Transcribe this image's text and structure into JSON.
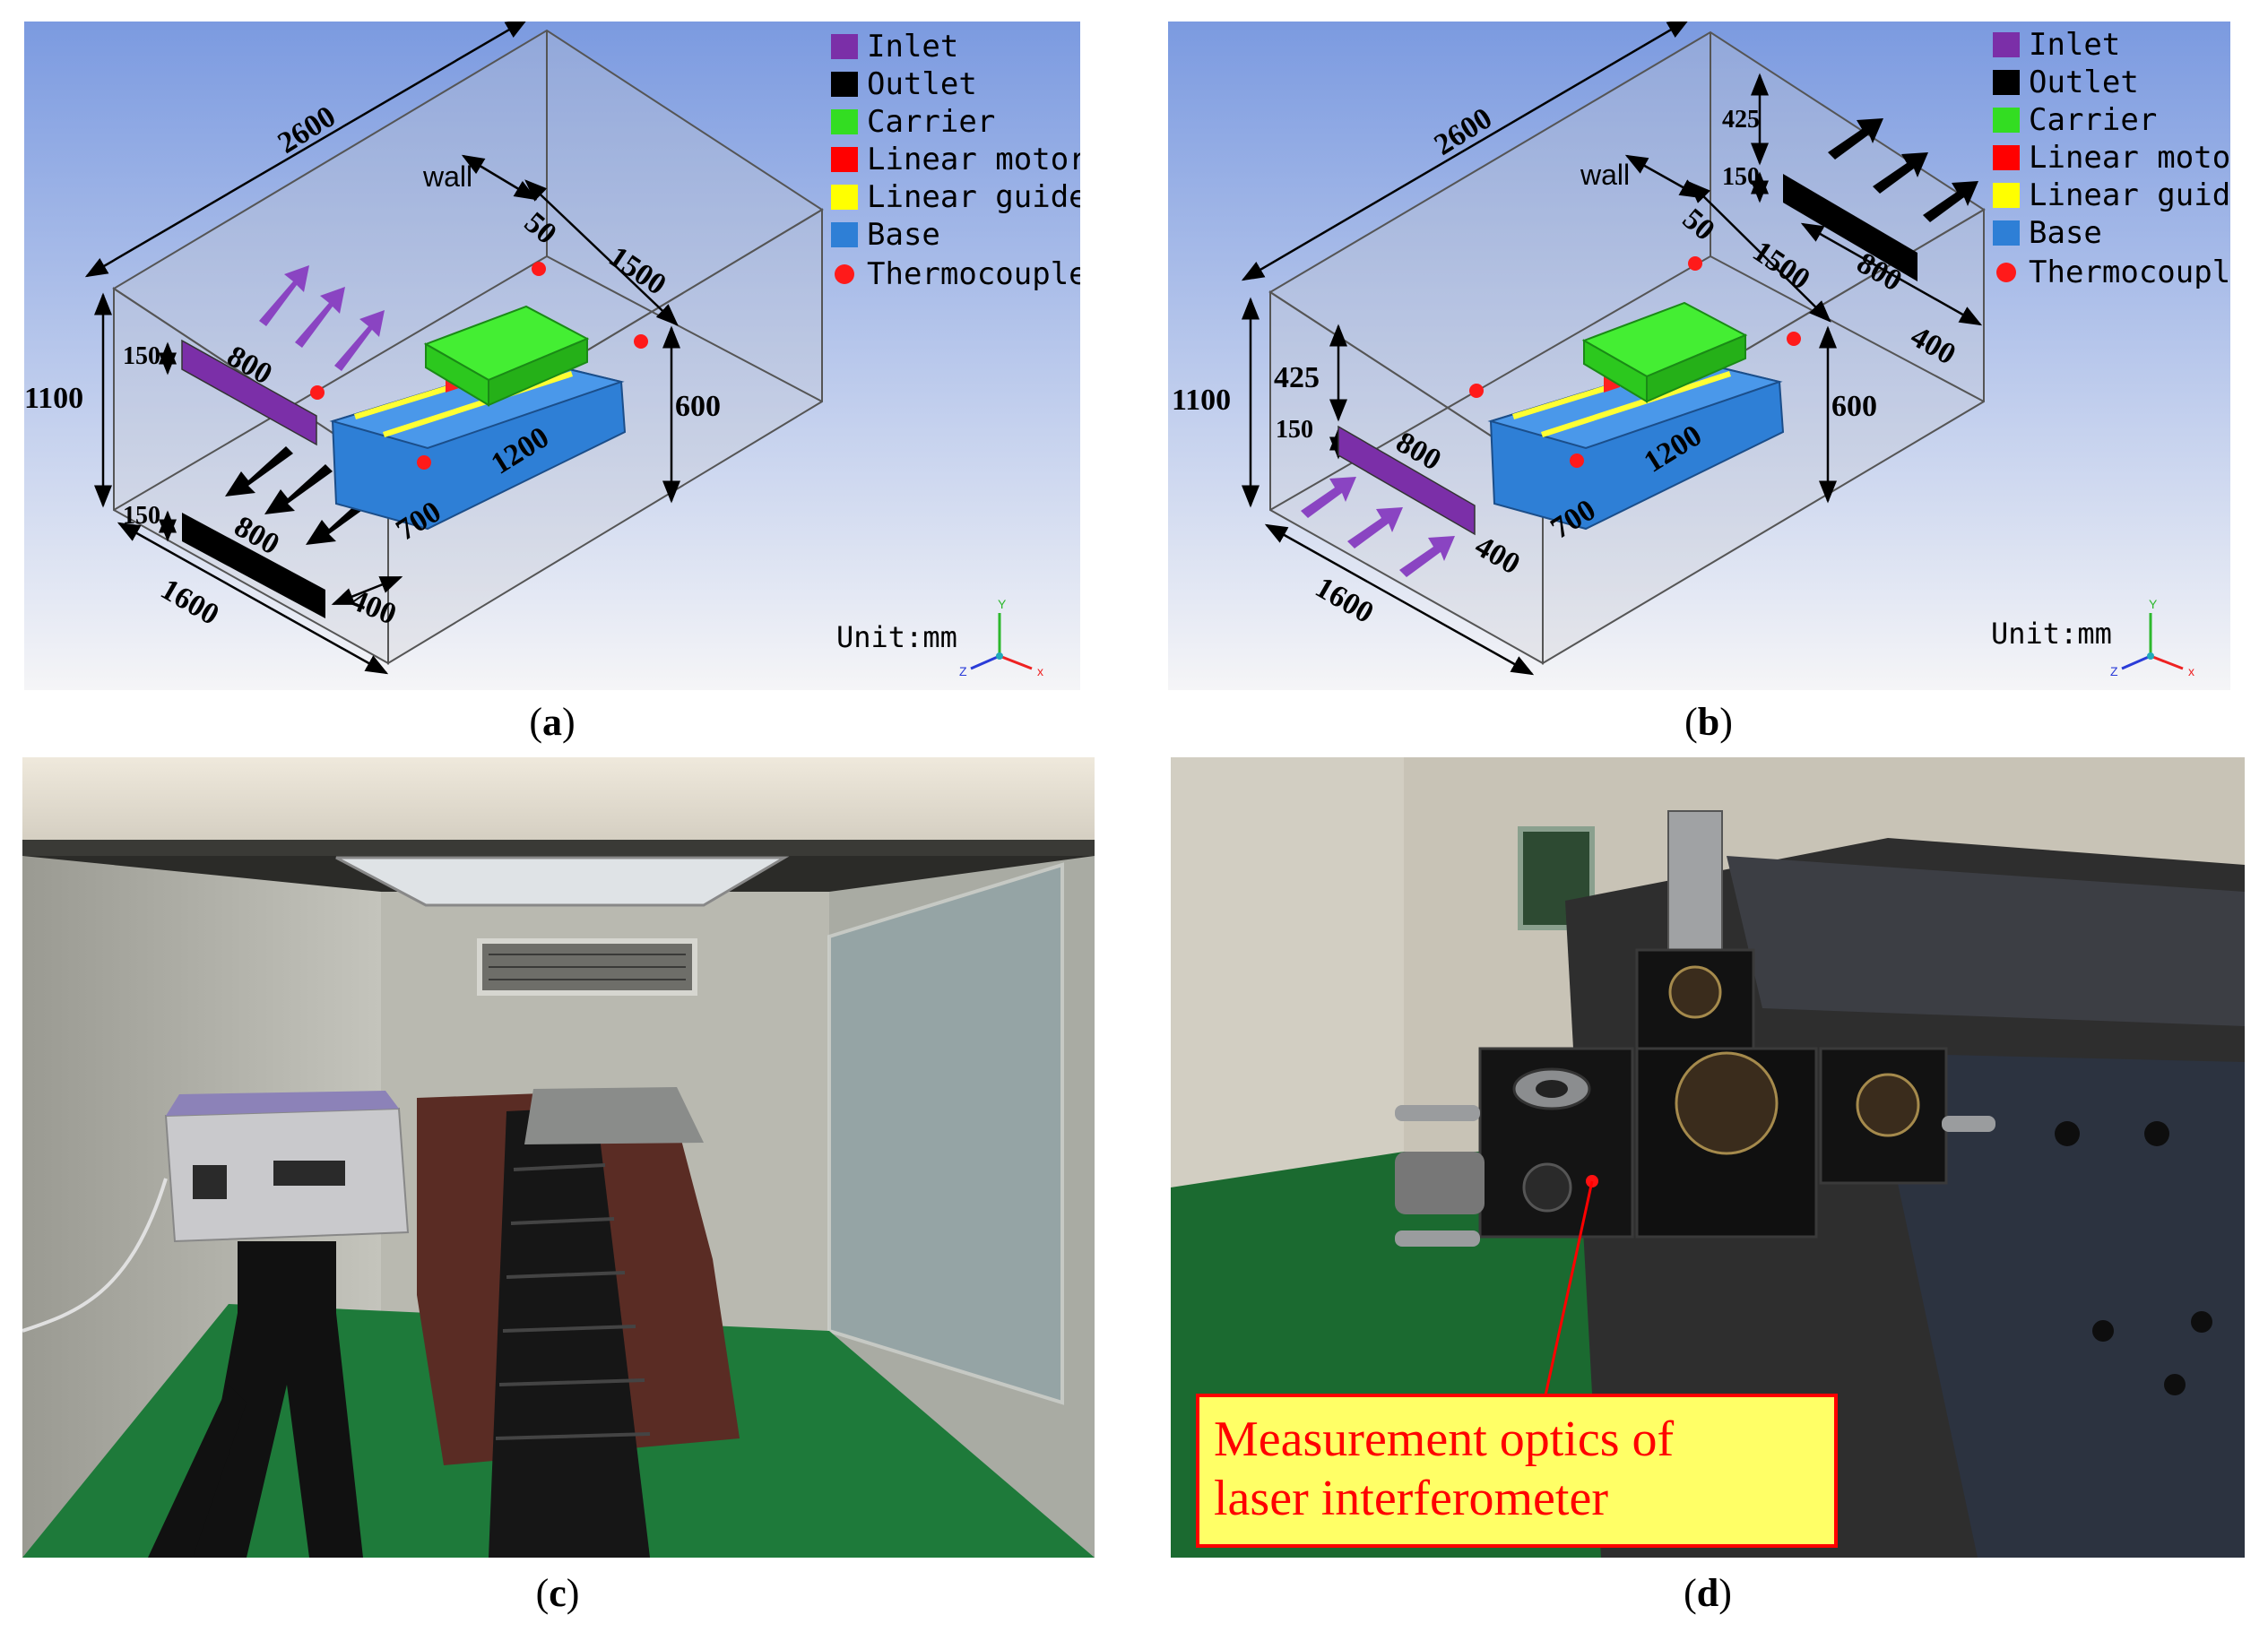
{
  "legend": {
    "items": [
      {
        "label": "Inlet",
        "color": "#7b2fa8",
        "shape": "square"
      },
      {
        "label": "Outlet",
        "color": "#000000",
        "shape": "square"
      },
      {
        "label": "Carrier",
        "color": "#33dd22",
        "shape": "square"
      },
      {
        "label": "Linear motor",
        "color": "#ff0000",
        "shape": "square"
      },
      {
        "label": "Linear guideway",
        "color": "#ffff00",
        "shape": "square"
      },
      {
        "label": "Base",
        "color": "#2e7fd6",
        "shape": "square"
      },
      {
        "label": "Thermocouple",
        "color": "#ff1a1a",
        "shape": "circle"
      }
    ]
  },
  "unit_label": "Unit:mm",
  "axis_labels": {
    "x": "x",
    "y": "Y",
    "z": "Z"
  },
  "wall_label": "wall",
  "panel_a": {
    "dims": {
      "length": "2600",
      "height": "1100",
      "depth": "1600",
      "wall_offset": "50",
      "thermo_span": "1500",
      "base_height": "600",
      "base_length": "1200",
      "base_width": "700",
      "inlet_h": "150",
      "inlet_w": "800",
      "outlet_h": "150",
      "outlet_w": "800",
      "outlet_offset": "400"
    }
  },
  "panel_b": {
    "dims": {
      "length": "2600",
      "height": "1100",
      "depth": "1600",
      "wall_offset": "50",
      "thermo_span": "1500",
      "base_height": "600",
      "base_length": "1200",
      "base_width": "700",
      "inlet_top": "425",
      "inlet_h": "150",
      "inlet_w": "800",
      "inlet_offset": "400",
      "outlet_top": "425",
      "outlet_h": "150",
      "outlet_w": "800",
      "outlet_offset": "400"
    }
  },
  "captions": {
    "a": "a",
    "b": "b",
    "c": "c",
    "d": "d"
  },
  "callout": {
    "line1": "Measurement optics of",
    "line2": "laser interferometer"
  },
  "colors": {
    "panel_bg_top": "#7d9de0",
    "panel_bg_bottom": "#f4f4f6",
    "inlet": "#7b2fa8",
    "outlet": "#000000",
    "carrier": "#33dd22",
    "base": "#2e7fd6",
    "guideway": "#ffff00",
    "motor": "#ff0000",
    "thermocouple": "#ff1a1a",
    "floor_green": "#1f7a36",
    "callout_bg": "#ffff66",
    "callout_text": "#ff0000"
  }
}
